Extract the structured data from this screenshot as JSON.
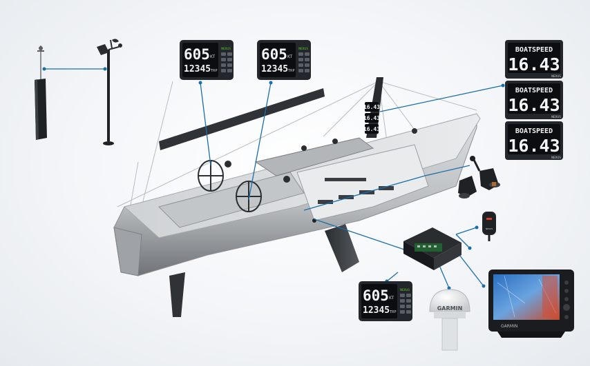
{
  "colors": {
    "connector": "#1a6ea8",
    "display_bg": "#0b0d10",
    "bezel": "#23272c",
    "accent_green": "#5ecb2c",
    "hull_light": "#d7d9db",
    "hull_dark": "#7a7e82"
  },
  "instrument_display": {
    "top_value": "605",
    "top_unit": "KT",
    "bottom_value": "12345",
    "bottom_unit": "TRP",
    "mode_label": "NEXUS"
  },
  "mast_display": {
    "title": "BOATSPEED",
    "value": "16.43",
    "brand": "NEXUS"
  },
  "gps_antenna": {
    "brand": "GARMIN"
  },
  "chartplotter": {
    "brand": "GARMIN"
  },
  "icons": {
    "wind_sensor": "wind-transducer-icon",
    "mast_stub": "mast-sensor-post-icon",
    "paddlewheel": "speed-transducer-icon",
    "depth": "depth-transducer-icon",
    "compass": "fluxgate-compass-icon",
    "server": "nmea-server-box-icon",
    "gps": "gps-antenna-icon",
    "plotter": "chartplotter-icon"
  }
}
